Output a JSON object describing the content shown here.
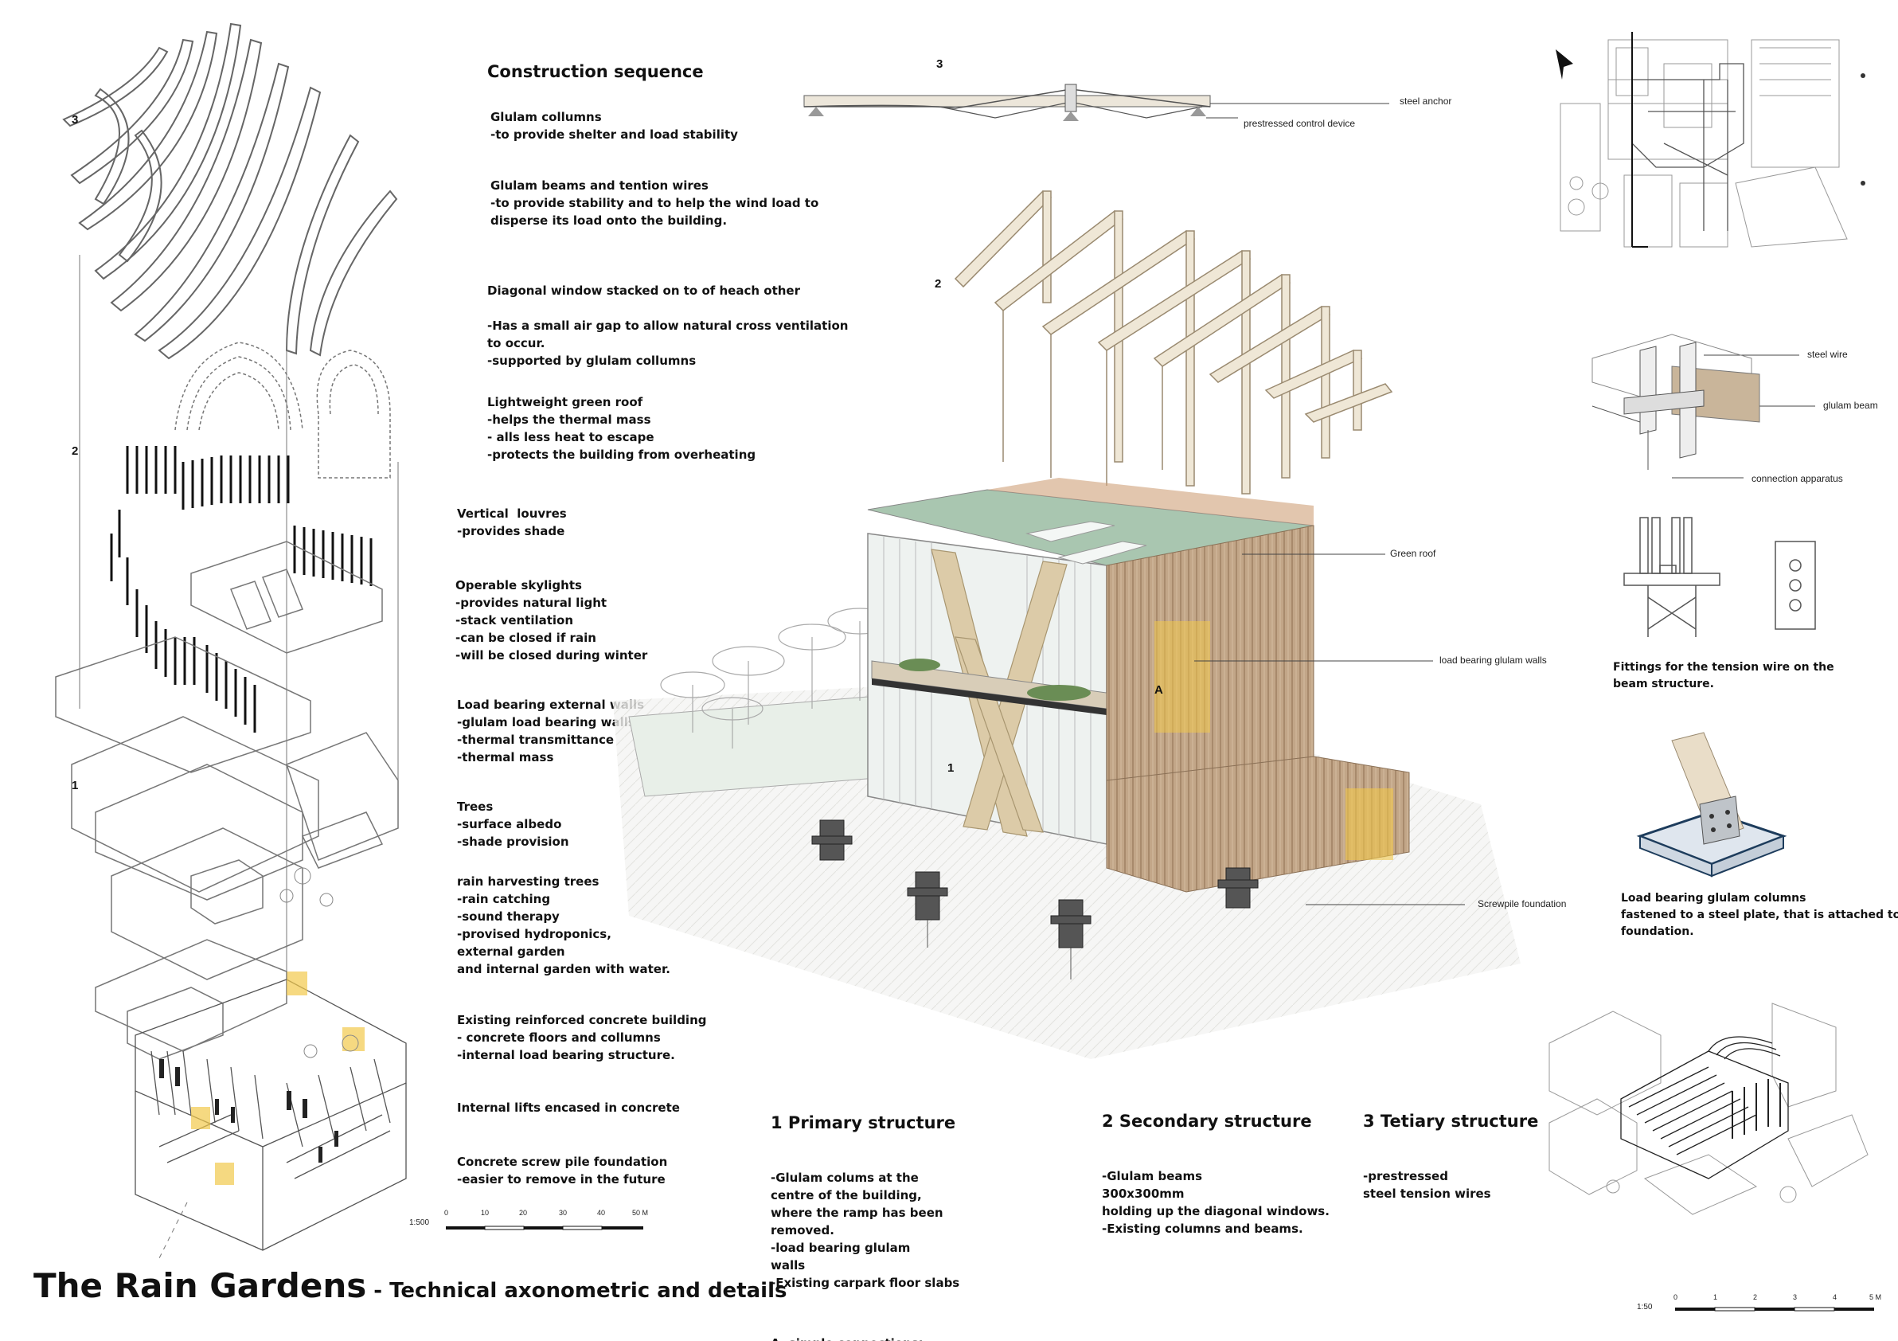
{
  "title": {
    "main": "The Rain Gardens",
    "sub": " - Technical axonometric and details"
  },
  "construction": {
    "heading": "Construction sequence",
    "notes": [
      {
        "title": "Glulam collumns",
        "lines": "-to provide shelter and load stability"
      },
      {
        "title": "Glulam beams and tention wires",
        "lines": "-to provide stability and to help the wind load to\ndisperse its load onto the building."
      },
      {
        "title": "Diagonal window stacked on to of heach other",
        "lines": "\n-Has a small air gap to allow natural cross ventilation\nto occur.\n-supported by glulam collumns"
      },
      {
        "title": "Lightweight green roof",
        "lines": "-helps the thermal mass\n- alls less heat to escape\n-protects the building from overheating"
      },
      {
        "title": "Vertical  louvres",
        "lines": "-provides shade"
      },
      {
        "title": "Operable skylights",
        "lines": "-provides natural light\n-stack ventilation\n-can be closed if rain\n-will be closed during winter"
      },
      {
        "title": "Load bearing external walls",
        "lines": "-glulam load bearing walls\n-thermal transmittance\n-thermal mass"
      },
      {
        "title": "Trees",
        "lines": "-surface albedo\n-shade provision"
      },
      {
        "title": "rain harvesting trees",
        "lines": "-rain catching\n-sound therapy\n-provised hydroponics,\nexternal garden\nand internal garden with water."
      },
      {
        "title": "Existing reinforced concrete building",
        "lines": "- concrete floors and collumns\n-internal load bearing structure."
      },
      {
        "title": "Internal lifts encased in concrete",
        "lines": ""
      },
      {
        "title": "Concrete screw pile foundation",
        "lines": "-easier to remove in the future"
      }
    ]
  },
  "stages": {
    "s3": "3",
    "s2": "2",
    "s1": "1",
    "a": "A"
  },
  "callouts": {
    "steel_anchor": "steel anchor",
    "prestressed": "prestressed control device",
    "green_roof": "Green roof",
    "glulam_walls": "load bearing glulam walls",
    "screwpile": "Screwpile foundation",
    "steel_wire": "steel wire",
    "glulam_beam": "glulam beam",
    "connection": "connection apparatus"
  },
  "structures": {
    "primary": {
      "title": "1 Primary structure",
      "lines": "-Glulam colums at the\ncentre of the building,\nwhere the ramp has been\nremoved.\n-load bearing glulam\nwalls\n-Existing carpark floor slabs",
      "extra": "A. simple connections:\n-metal angles\n-self taping screws and nails"
    },
    "secondary": {
      "title": "2 Secondary structure",
      "lines": "-Glulam beams\n300x300mm\nholding up the diagonal windows.\n-Existing columns and beams."
    },
    "tertiary": {
      "title": "3 Tetiary structure",
      "lines": "-prestressed\nsteel tension wires"
    }
  },
  "details": {
    "fittings": "Fittings for the tension wire on the\nbeam structure.",
    "columns": "Load bearing glulam columns\nfastened to a steel plate, that is attached to\nfoundation."
  },
  "scales": {
    "left": {
      "label": "1:500",
      "ticks": [
        "0",
        "10",
        "20",
        "30",
        "40",
        "50 M"
      ]
    },
    "right": {
      "label": "1:50",
      "ticks": [
        "0",
        "1",
        "2",
        "3",
        "4",
        "5 M"
      ]
    }
  },
  "colors": {
    "glulam": "#d8c9ad",
    "timber": "#b79a7c",
    "green_roof": "#9dbfa6",
    "warm_light": "#f0c64a",
    "line": "#444444"
  }
}
